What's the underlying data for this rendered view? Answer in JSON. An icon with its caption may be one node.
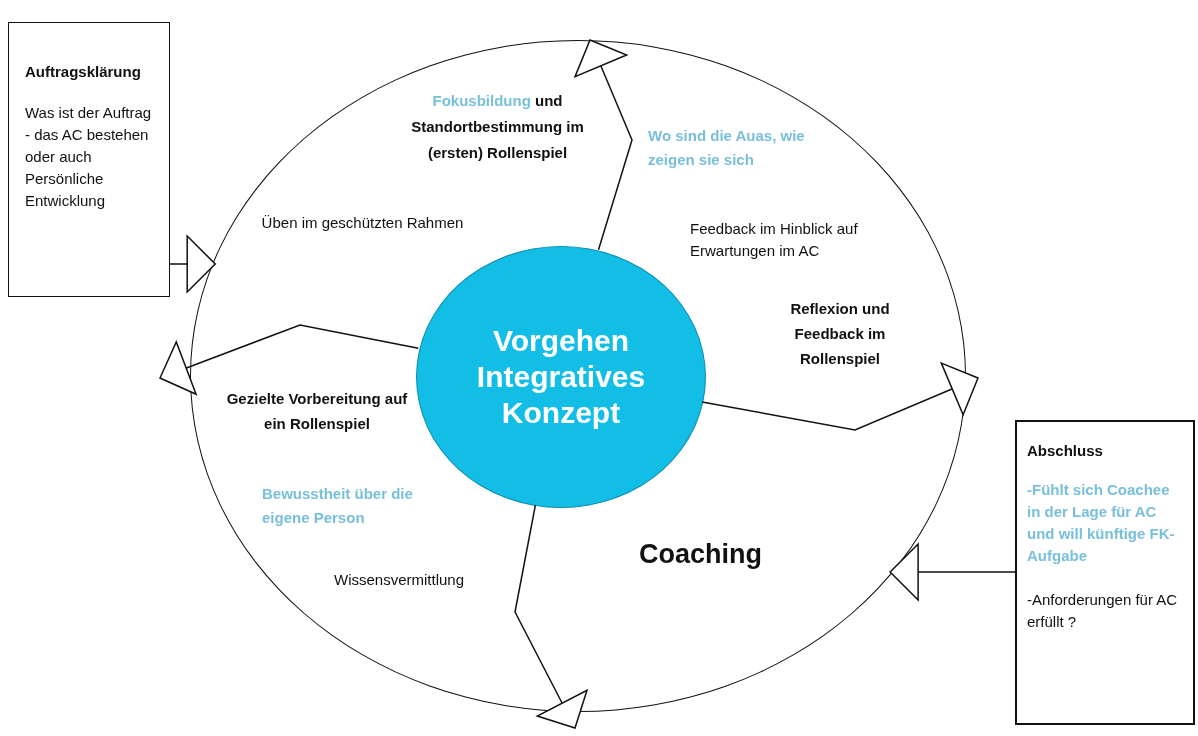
{
  "diagram": {
    "nodes": [
      {
        "text": [
          "Auftragsklärung",
          "Was ist der Auftrag - das AC bestehen oder auch Persönliche Entwicklung"
        ]
      },
      {
        "text": [
          "Coaching"
        ]
      },
      {
        "text": [
          "Vorgehen Integratives Konzept"
        ],
        "in": 1
      },
      {
        "text": [
          "Abschluss",
          "-Fühlt sich Coachee in der Lage für AC und will künftige FK-Aufgabe",
          "-Anforderungen für AC erfüllt ?"
        ]
      }
    ],
    "edges": [
      {
        "from": 0,
        "to": 1,
        "arrow": "to"
      },
      {
        "from": 3,
        "to": 1,
        "arrow": "to"
      },
      {
        "from": 2,
        "to": null,
        "arrow": "to"
      },
      {
        "from": 2,
        "to": null,
        "arrow": "to"
      },
      {
        "from": 2,
        "to": null,
        "arrow": "to"
      },
      {
        "from": 2,
        "to": null,
        "arrow": "to"
      }
    ],
    "labels": [
      "Fokusbildung",
      "und Standortbestimmung im (ersten) Rollenspiel",
      "Wo sind die Auas, wie zeigen sie sich",
      "Üben im geschützten Rahmen",
      "Feedback im Hinblick auf Erwartungen im AC",
      "Reflexion und Feedback im Rollenspiel",
      "Gezielte Vorbereitung auf ein Rollenspiel",
      "Bewusstheit über die eigene Person",
      "Wissensvermittlung"
    ]
  }
}
